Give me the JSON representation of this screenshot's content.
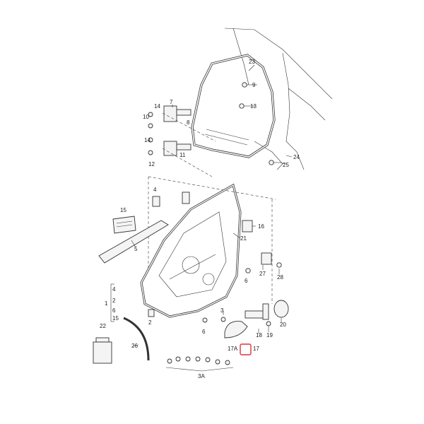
{
  "callouts": {
    "c23": "23",
    "c9": "9",
    "c13": "13",
    "c7": "7",
    "c14a": "14",
    "c10": "10",
    "c8": "8",
    "c14b": "14",
    "c11": "11",
    "c12": "12",
    "c24": "24",
    "c25": "25",
    "c4": "4",
    "c15a": "15",
    "c16": "16",
    "c5": "5",
    "c21": "21",
    "c27": "27",
    "c28": "28",
    "c1": "1",
    "c4b": "4",
    "c15b": "15",
    "c3": "3",
    "c2": "2",
    "c6": "6",
    "c20": "20",
    "c19": "19",
    "c18": "18",
    "c22": "22",
    "c26": "26",
    "c17a": "17A",
    "c17": "17",
    "c3a": "3A"
  }
}
